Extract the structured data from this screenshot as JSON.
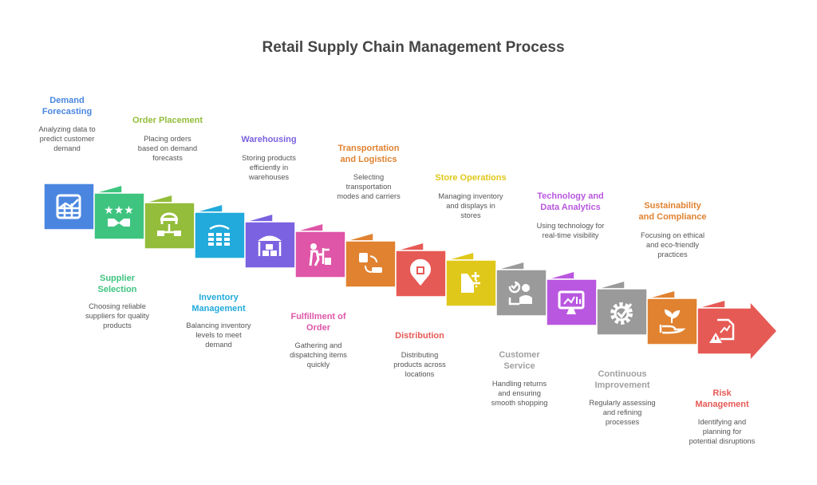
{
  "title": "Retail Supply Chain Management Process",
  "steps": [
    {
      "title": "Demand\nForecasting",
      "desc": "Analyzing data to\npredict customer\ndemand",
      "color": "#4a86e0",
      "icon": "chart-grid-icon"
    },
    {
      "title": "Supplier\nSelection",
      "desc": "Choosing reliable\nsuppliers for quality\nproducts",
      "color": "#3ec47f",
      "icon": "stars-handshake-icon"
    },
    {
      "title": "Order Placement",
      "desc": "Placing orders\nbased on demand\nforecasts",
      "color": "#93bd3a",
      "icon": "order-flow-icon"
    },
    {
      "title": "Inventory\nManagement",
      "desc": "Balancing inventory\nlevels to meet\ndemand",
      "color": "#21aadb",
      "icon": "inventory-shelves-icon"
    },
    {
      "title": "Warehousing",
      "desc": "Storing products\nefficiently in\nwarehouses",
      "color": "#7b62e0",
      "icon": "warehouse-icon"
    },
    {
      "title": "Fulfillment of\nOrder",
      "desc": "Gathering and\ndispatching items\nquickly",
      "color": "#df55a7",
      "icon": "worker-cart-icon"
    },
    {
      "title": "Transportation\nand Logistics",
      "desc": "Selecting\ntransportation\nmodes and carriers",
      "color": "#e08230",
      "icon": "bus-car-icon"
    },
    {
      "title": "Distribution",
      "desc": "Distributing\nproducts across\nlocations",
      "color": "#e65a55",
      "icon": "location-pin-icon"
    },
    {
      "title": "Store Operations",
      "desc": "Managing inventory\nand displays in\nstores",
      "color": "#e0c81a",
      "icon": "store-calc-icon"
    },
    {
      "title": "Customer\nService",
      "desc": "Handling returns\nand ensuring\nsmooth shopping",
      "color": "#9a9a9a",
      "icon": "customer-agent-icon"
    },
    {
      "title": "Technology and\nData Analytics",
      "desc": "Using technology for\nreal-time visibility",
      "color": "#b957e0",
      "icon": "monitor-analytics-icon"
    },
    {
      "title": "Continuous\nImprovement",
      "desc": "Regularly assessing\nand refining\nprocesses",
      "color": "#9a9a9a",
      "icon": "gear-check-icon"
    },
    {
      "title": "Sustainability\nand Compliance",
      "desc": "Focusing on ethical\nand eco-friendly\npractices",
      "color": "#e08230",
      "icon": "plant-hand-icon"
    },
    {
      "title": "Risk\nManagement",
      "desc": "Identifying and\nplanning for\npotential disruptions",
      "color": "#e65a55",
      "icon": "risk-warning-icon"
    }
  ]
}
